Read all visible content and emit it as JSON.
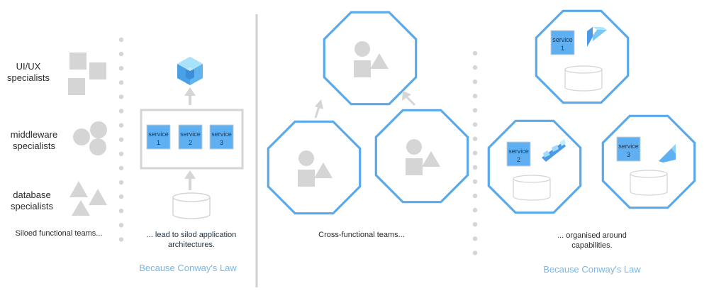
{
  "colors": {
    "octagon_stroke": "#5aa9ea",
    "service_fill": "#5fb0f2",
    "shape_gray": "#d5d5d5",
    "arrow_gray": "#d5d5d5",
    "dot_gray": "#d5d5d5",
    "divider_gray": "#d0d0d0",
    "conway_link": "#74b8ea"
  },
  "left_panel": {
    "teams": [
      {
        "label_line1": "UI/UX",
        "label_line2": "specialists",
        "shape": "squares"
      },
      {
        "label_line1": "middleware",
        "label_line2": "specialists",
        "shape": "circles"
      },
      {
        "label_line1": "database",
        "label_line2": "specialists",
        "shape": "triangles"
      }
    ],
    "caption": "Siloed functional teams...",
    "architecture": {
      "app_icon": "cube-logo-icon",
      "services": [
        {
          "name": "service",
          "number": "1"
        },
        {
          "name": "service",
          "number": "2"
        },
        {
          "name": "service",
          "number": "3"
        }
      ],
      "database_icon": "database-cylinder-icon",
      "caption_line1": "... lead to silod application",
      "caption_line2": "architectures.",
      "law": "Because Conway's Law"
    }
  },
  "right_panel": {
    "cross_functional_caption": "Cross-functional teams...",
    "capabilities": [
      {
        "name": "service",
        "number": "1",
        "icon": "wedge-block-icon"
      },
      {
        "name": "service",
        "number": "2",
        "icon": "stepped-block-icon"
      },
      {
        "name": "service",
        "number": "3",
        "icon": "ramp-block-icon"
      }
    ],
    "caption_line1": "... organised around",
    "caption_line2": "capabilities.",
    "law": "Because Conway's Law"
  }
}
